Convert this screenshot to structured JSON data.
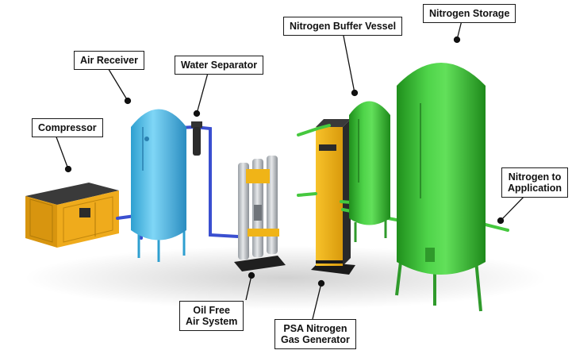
{
  "diagram": {
    "labels": {
      "compressor": "Compressor",
      "air_receiver": "Air Receiver",
      "water_separator": "Water Separator",
      "nitrogen_buffer_vessel": "Nitrogen Buffer Vessel",
      "nitrogen_storage": "Nitrogen Storage",
      "nitrogen_to_application_line1": "Nitrogen to",
      "nitrogen_to_application_line2": "Application",
      "oil_free_line1": "Oil Free",
      "oil_free_line2": "Air System",
      "psa_line1": "PSA Nitrogen",
      "psa_line2": "Gas Generator"
    },
    "colors": {
      "compressor": "#e8a417",
      "air_receiver": "#5cc4ec",
      "nitrogen_tanks": "#3dc43a",
      "psa_generator": "#f4b819",
      "air_pipe": "#3a4fd0",
      "nitrogen_pipe": "#45c83e",
      "legs": "#2f9a2b",
      "oil_free_frame": "#c9cdd2"
    }
  }
}
